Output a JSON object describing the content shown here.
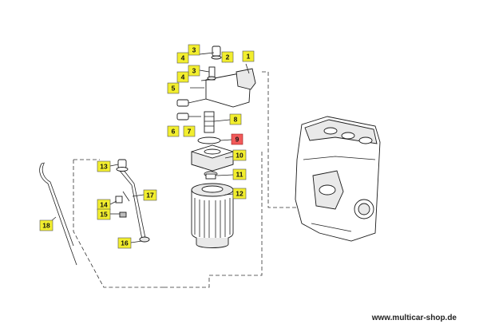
{
  "callouts": [
    {
      "number": "1",
      "highlighted": false
    },
    {
      "number": "2",
      "highlighted": false
    },
    {
      "number": "3",
      "highlighted": false
    },
    {
      "number": "3",
      "highlighted": false
    },
    {
      "number": "4",
      "highlighted": false
    },
    {
      "number": "4",
      "highlighted": false
    },
    {
      "number": "5",
      "highlighted": false
    },
    {
      "number": "6",
      "highlighted": false
    },
    {
      "number": "7",
      "highlighted": false
    },
    {
      "number": "8",
      "highlighted": false
    },
    {
      "number": "9",
      "highlighted": true
    },
    {
      "number": "10",
      "highlighted": false
    },
    {
      "number": "11",
      "highlighted": false
    },
    {
      "number": "12",
      "highlighted": false
    },
    {
      "number": "13",
      "highlighted": false
    },
    {
      "number": "14",
      "highlighted": false
    },
    {
      "number": "15",
      "highlighted": false
    },
    {
      "number": "16",
      "highlighted": false
    },
    {
      "number": "17",
      "highlighted": false
    },
    {
      "number": "18",
      "highlighted": false
    }
  ],
  "footer": {
    "text": "www.multicar-shop.de"
  },
  "colors": {
    "callout": "#f2ee2e",
    "callout_highlight": "#f25a5a"
  }
}
